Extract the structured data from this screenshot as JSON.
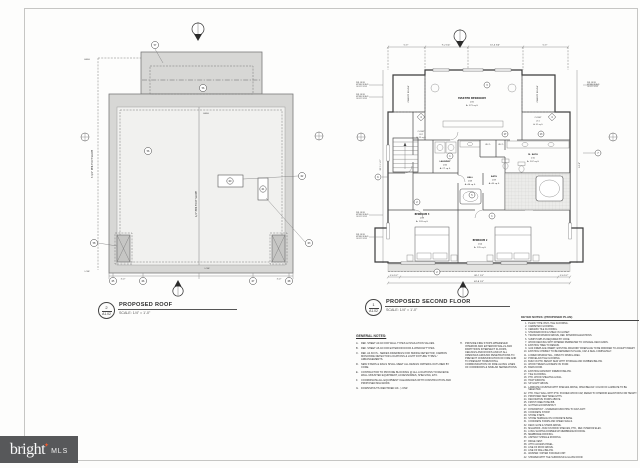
{
  "roof_plan": {
    "ref_num": "2",
    "ref_sheet": "A1.02",
    "title": "PROPOSED ROOF",
    "scale": "SCALE: 1/4\" = 1'-0\"",
    "labels": {
      "high": "HIGH",
      "low": "LOW",
      "slope_left": "3 3/4\" PER FOOT SLOPE",
      "slope_center": "1/4\" PER FOOT SLOPE"
    },
    "dims_bottom": [
      "3'-0\"",
      "3'-0\""
    ],
    "bubbles": [
      "57",
      "56",
      "56",
      "60",
      "61",
      "62",
      "63",
      "58",
      "65",
      "66",
      "67",
      "68"
    ]
  },
  "floor_plan": {
    "ref_num": "1",
    "ref_sheet": "A1.02",
    "title": "PROPOSED SECOND FLOOR",
    "scale": "SCALE: 1/4\" = 1'-0\"",
    "canopy_label": "CANOPY BELOW",
    "dim_note": [
      "DIM. FROM",
      "EXTERIOR FACE",
      "OF EXT. STUD"
    ],
    "rooms": {
      "master": {
        "name": "MASTER BEDROOM",
        "number": "205",
        "area": "A: 273 sq ft"
      },
      "closet_l": {
        "name": "CLOSET",
        "number": "207",
        "area": "A: 22 sq ft"
      },
      "closet_r": {
        "name": "CLOSET",
        "number": "211",
        "area": "A: 31 sq ft"
      },
      "laundry": {
        "name": "LAUNDRY",
        "number": "206",
        "area": "A: 27 sq ft"
      },
      "hall": {
        "name": "HALL",
        "number": "208",
        "area": "A: 46 sq ft"
      },
      "bath": {
        "name": "BATH",
        "number": "209",
        "area": "A: 40 sq ft"
      },
      "mbath": {
        "name": "M. BATH",
        "number": "210",
        "area": "A: 107 sq ft"
      },
      "lin1": {
        "name": "LIN. CL."
      },
      "lin2": {
        "name": "LIN. CL."
      },
      "bed3": {
        "name": "BEDROOM 3",
        "number": "203",
        "area": "A: 133 sq ft"
      },
      "bed2": {
        "name": "BEDROOM 2",
        "number": "204",
        "area": "A: 176 sq ft"
      }
    },
    "dims_top": [
      "5'-3\"",
      "9'-2 1/4\"",
      "10'-6 3/4\"",
      "5'-3\""
    ],
    "dims_bottom": [
      "2'-6 1/2\"",
      "38'-7 1/2\"",
      "2'-6 1/2\""
    ],
    "dim_total": "43'-8 1/2\"",
    "dim_left": "30'-11 1/2\"",
    "dim_right": "24'-8\"",
    "bubbles": [
      "3",
      "4",
      "4",
      "1",
      "5",
      "2",
      "1",
      "6",
      "7",
      "2",
      "17",
      "13"
    ]
  },
  "general_notes": {
    "title": "GENERAL NOTES:",
    "items": [
      {
        "letter": "A",
        "text": "REF. SHEET A0.02 FOR WALL TYPES & INSULATION VALUES."
      },
      {
        "letter": "B",
        "text": "REF. SHEET A6.02 FOR EXTERIOR DOOR & WINDOW TYPES."
      },
      {
        "letter": "C",
        "text": "REF. A2.30 FS - SERIES DRAWINGS FOR SMOKE DETECTOR, CARBON MONOXIDE DETECTOR LOCATIONS & LIGHT FIXTURE TYPES / ARRANGEMENTS."
      },
      {
        "letter": "D",
        "text": "NEW STAIRS & RAILS SHALL MEET ALL DESIGN CRITERIA OUTLINED BY CODE."
      },
      {
        "letter": "E",
        "text": "CONTRACTOR TO PROVIDE BLOCKING @ ALL LOCATIONS TO RECEIVE WALL MOUNTED EQUIPMENT, ACCESSORIES, SHELVING, ETC."
      },
      {
        "letter": "F",
        "text": "COORDINATE ALL EQUIPMENT CLEARANCES WITH CONSTRUCTION AND PROPOSED MILLWORK."
      },
      {
        "letter": "G",
        "text": "DOWNSPOUTS IDENTIFIED AS:  ◇ DS#"
      }
    ],
    "items_right": [
      {
        "letter": "H",
        "text": "PROVIDE FIRE STOPS WHEREVER INTERIOR AND EXTERIOR WALLS AND PARTITIONS INTERSECT FLOORS, CEILINGS AND ROOFS AND AT ALL OPENINGS AROUND PENETRATIONS TO PREVENT COMMUNICATION OF FIRE AND TO PREVENT HORIZONTAL COMMUNICATION OF FIRE ALONG LINES OF CORRIDORS & SIMILAR SEPARATIONS."
      }
    ]
  },
  "keyed_notes": {
    "title": "KEYED NOTES:  (PROPOSED PLAN)",
    "items": [
      "PLANK TYPE VINYL TILE FLOORING.",
      "CARPETED FLOORING.",
      "CERAMIC TILE FLOORING.",
      "STANDARD ROD & SHELF IN CLOSET.",
      "TRANSOM WINDOW ABOVE, REF. INTERIOR ELEVATIONS.",
      "SUMP PUMP AS REQUIRED BY CODE.",
      "WOOD DECKING WITH MITERED PERIMETER TO CONCEAL DECK ENDS.",
      "EXISTING TREE TO REMAIN.",
      "GAS FIREPLACE INSERT, EXISTING MASONRY FIREPLACE TO BE MODIFIED TO ACCEPT INSERT.",
      "EXISTING CHIMNEY TO BE REPAIRED IN PLACE, CAP & SEAL COMPLETELY.",
      "LOWER WINDOW SILL, OPEN TO DINING AREA.",
      "PORCELAIN TILE FLOORING.",
      "BUILT-IN PTD. BENCH SEAT WITH STORAGE AND CUBBIES BELOW.",
      "WOOD TREADS & RISERS ON STAIR.",
      "BARN DOOR.",
      "EXISTING MASONRY FIREBOX BELOW.",
      "TILE FLOORING.",
      "PTD. WOOD SHELVING & RAIL.",
      "HIGH WINDOW.",
      "SKYLIGHT ABOVE.",
      "LAMINATE COUNTER WITH SHELVES ABOVE, OPEN BELOW. COLOR OF LAMINATE TO BE SELECTED.",
      "PTD. HALF WALL WITH PTD. STAINED WOOD CAP, REFER TO INTERIOR ELEVATIONS FOR HEIGHT.",
      "PROPOSED NEW SIDELIGHTS.",
      "DECORATIVE STAIRS ABOVE.",
      "FROST FREE HOSE BIB.",
      "GUTTER & DOWNSPOUT.",
      "DOWNSPOUT - UNDERGROUND PIPE TO DAYLIGHT.",
      "CONCRETE STOOP.",
      "STONE STEPS.",
      "STONE TERRACE ON CONCRETE BASE.",
      "CONCRETE STAIRS AND CHEEK WALLS.",
      "DECK GATE & STAIRS ABOVE.",
      "MILLWORK - BUILT-IN BOOK SHELVES, PTD., REF. INTERIOR ELEV.",
      "LONG SLOPING DORMER W/ MEMBRANE ROOFING.",
      "MEMBRANE ROOFING.",
      "ASPHALT SHINGLE ROOFING.",
      "RIDGE VENT.",
      "ATTIC ACCESS PANEL.",
      "LINE OF ROOF ABOVE.",
      "LINE OF WALL BELOW.",
      "WASHER / DRYER STACKED UNIT.",
      "SHOWER WITH TILE SURROUND & GLASS DOOR."
    ]
  },
  "watermark": {
    "brand": "bright",
    "star": "✦",
    "suffix": "MLS"
  }
}
